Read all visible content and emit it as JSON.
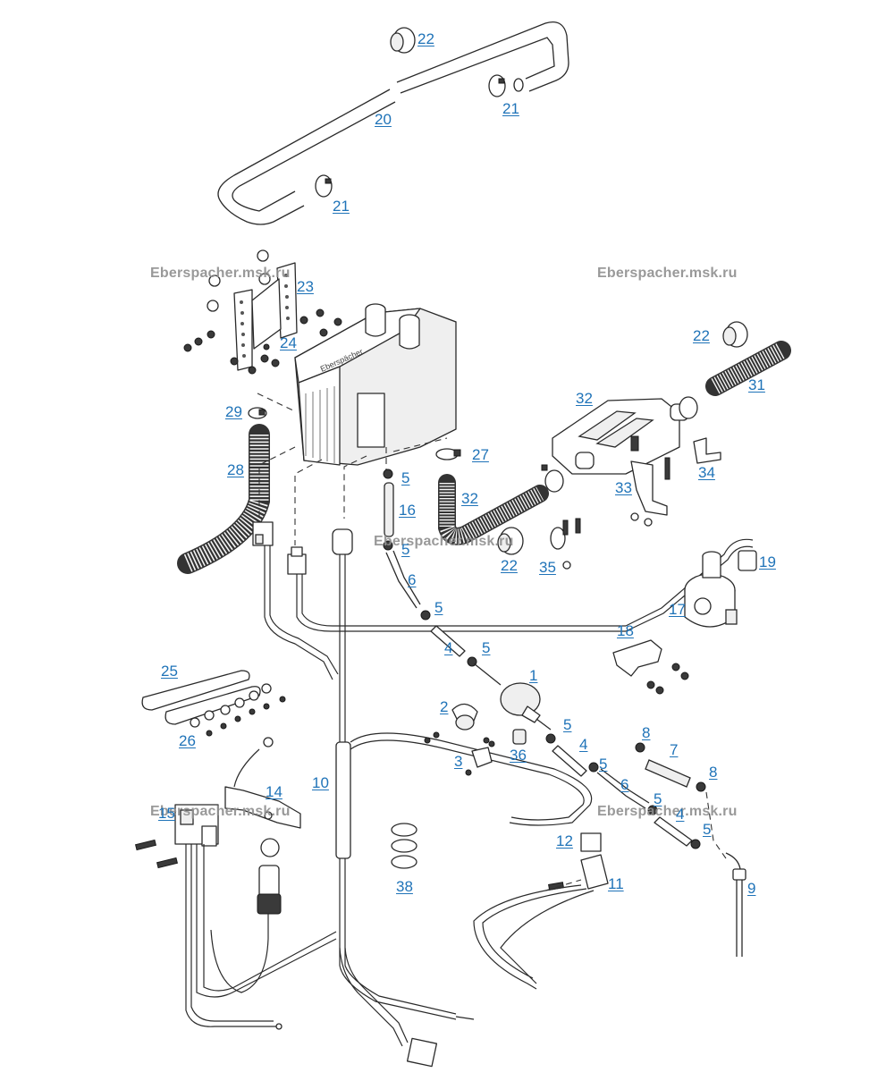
{
  "diagram": {
    "title": "Eberspächer Hydronic heater installation kit – exploded parts diagram",
    "watermarks": [
      "Eberspacher.msk.ru",
      "Eberspacher.msk.ru",
      "Eberspacher.msk.ru",
      "Eberspacher.msk.ru",
      "Eberspacher.msk.ru"
    ],
    "labels": [
      {
        "id": "22",
        "part": "hose-connector-top"
      },
      {
        "id": "20",
        "part": "coolant-hose"
      },
      {
        "id": "21",
        "part": "hose-clamp-top-right"
      },
      {
        "id": "21",
        "part": "hose-clamp-top-left"
      },
      {
        "id": "23",
        "part": "mounting-bracket"
      },
      {
        "id": "24",
        "part": "bracket-screw"
      },
      {
        "id": "22",
        "part": "hose-connector-right"
      },
      {
        "id": "31",
        "part": "exhaust-flex-pipe"
      },
      {
        "id": "32",
        "part": "exhaust-silencer"
      },
      {
        "id": "29",
        "part": "intake-clamp"
      },
      {
        "id": "27",
        "part": "exhaust-clamp"
      },
      {
        "id": "5",
        "part": "fuel-clamp-heater"
      },
      {
        "id": "33",
        "part": "silencer-bracket"
      },
      {
        "id": "34",
        "part": "angle-bracket"
      },
      {
        "id": "28",
        "part": "intake-hose"
      },
      {
        "id": "16",
        "part": "fuel-filter-hose"
      },
      {
        "id": "32",
        "part": "exhaust-pipe"
      },
      {
        "id": "5",
        "part": "fuel-clamp-16-lower"
      },
      {
        "id": "22",
        "part": "hose-connector-exhaust"
      },
      {
        "id": "35",
        "part": "pipe-clip"
      },
      {
        "id": "19",
        "part": "pump-connector"
      },
      {
        "id": "6",
        "part": "fuel-line-upper"
      },
      {
        "id": "5",
        "part": "fuel-clamp-6"
      },
      {
        "id": "17",
        "part": "circulation-pump"
      },
      {
        "id": "18",
        "part": "pump-bracket"
      },
      {
        "id": "4",
        "part": "fuel-hose-upper"
      },
      {
        "id": "5",
        "part": "fuel-clamp-4"
      },
      {
        "id": "1",
        "part": "metering-pump"
      },
      {
        "id": "25",
        "part": "perforated-strips"
      },
      {
        "id": "2",
        "part": "pump-holder"
      },
      {
        "id": "26",
        "part": "strip-screws"
      },
      {
        "id": "5",
        "part": "fuel-clamp-pump-out"
      },
      {
        "id": "4",
        "part": "fuel-hose-middle"
      },
      {
        "id": "8",
        "part": "clamp-7-left"
      },
      {
        "id": "7",
        "part": "protection-hose"
      },
      {
        "id": "3",
        "part": "holder-bracket"
      },
      {
        "id": "36",
        "part": "pump-plug"
      },
      {
        "id": "5",
        "part": "fuel-clamp-6-lower"
      },
      {
        "id": "8",
        "part": "clamp-7-right"
      },
      {
        "id": "10",
        "part": "wiring-harness"
      },
      {
        "id": "6",
        "part": "fuel-line-lower"
      },
      {
        "id": "5",
        "part": "fuel-clamp-4-lower"
      },
      {
        "id": "4",
        "part": "fuel-hose-lower"
      },
      {
        "id": "14",
        "part": "fuse-holder-bracket"
      },
      {
        "id": "15",
        "part": "relay-socket"
      },
      {
        "id": "5",
        "part": "fuel-clamp-standpipe"
      },
      {
        "id": "12",
        "part": "relay"
      },
      {
        "id": "38",
        "part": "cable-ties"
      },
      {
        "id": "11",
        "part": "relay-base"
      },
      {
        "id": "9",
        "part": "fuel-standpipe"
      }
    ]
  }
}
